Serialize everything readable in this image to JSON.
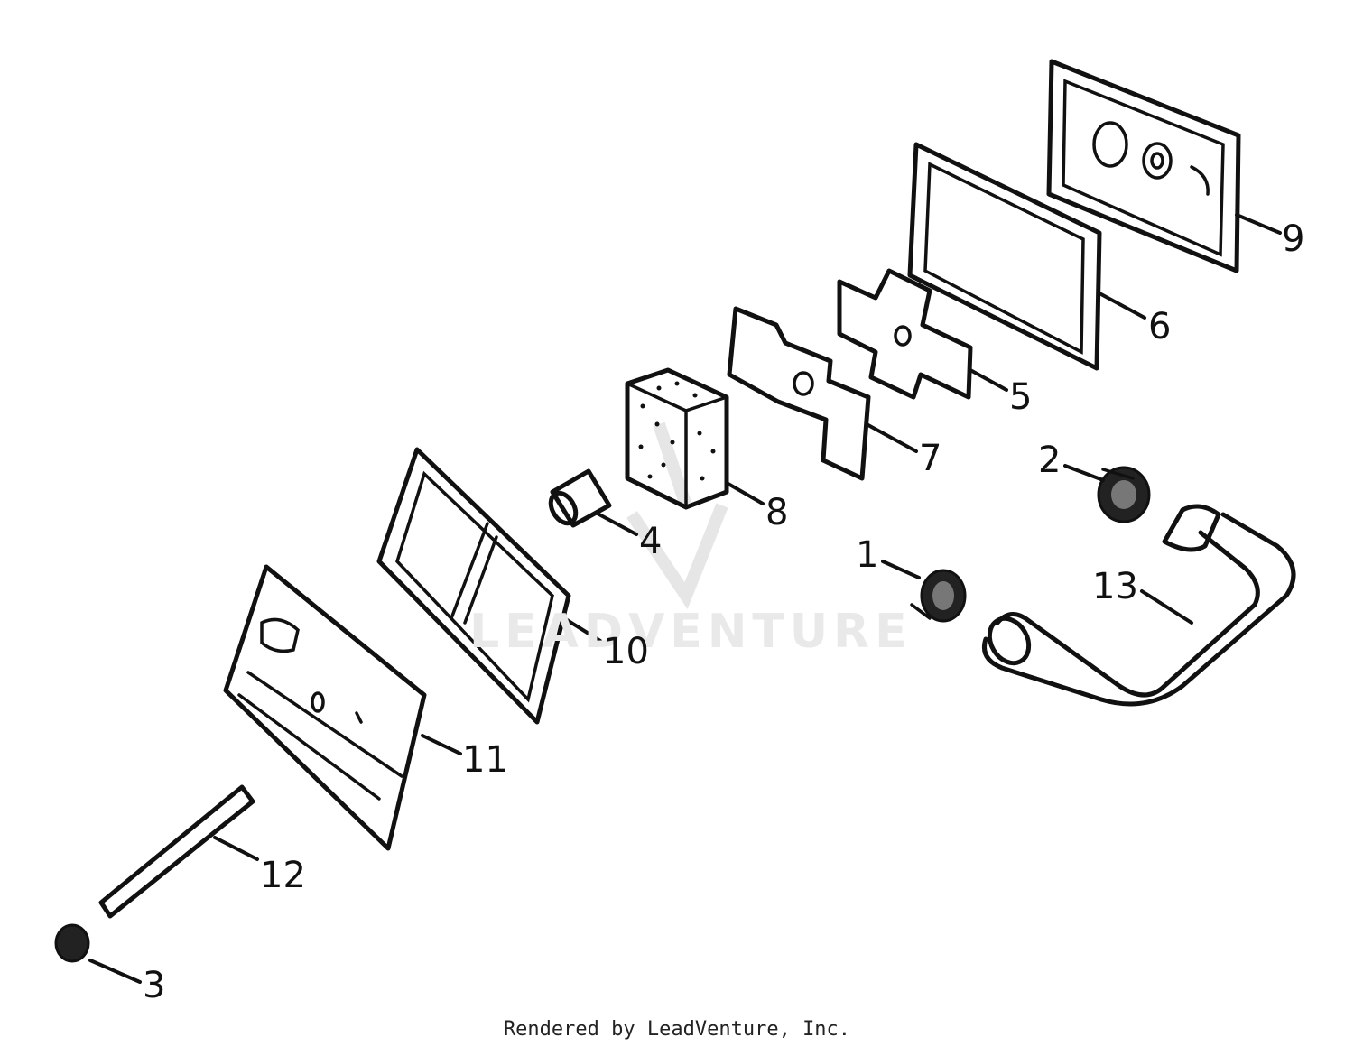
{
  "callouts": {
    "c1": "1",
    "c2": "2",
    "c3": "3",
    "c4": "4",
    "c5": "5",
    "c6": "6",
    "c7": "7",
    "c8": "8",
    "c9": "9",
    "c10": "10",
    "c11": "11",
    "c12": "12",
    "c13": "13"
  },
  "watermark": {
    "text": "LEADVENTURE"
  },
  "footer": {
    "text": "Rendered by LeadVenture, Inc."
  },
  "colors": {
    "line": "#111111",
    "watermark": "#e6e6e6",
    "background": "#ffffff"
  }
}
